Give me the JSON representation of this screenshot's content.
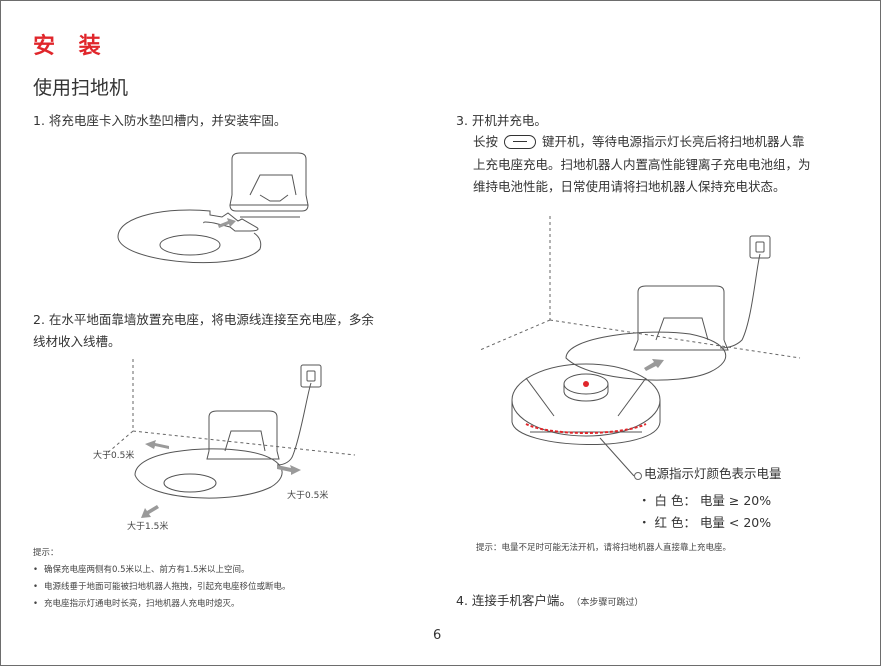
{
  "header": {
    "title": "安 装",
    "subtitle": "使用扫地机"
  },
  "step1": {
    "text": "1. 将充电座卡入防水垫凹槽内，并安装牢固。"
  },
  "step2": {
    "text_line1": "2. 在水平地面靠墙放置充电座，将电源线连接至充电座，多余",
    "text_line2": "线材收入线槽。",
    "labels": {
      "left": "大于0.5米",
      "right": "大于0.5米",
      "front": "大于1.5米"
    }
  },
  "tips": {
    "title": "提示：",
    "items": [
      "确保充电座两侧有0.5米以上、前方有1.5米以上空间。",
      "电源线垂于地面可能被扫地机器人拖拽，引起充电座移位或断电。",
      "充电座指示灯通电时长亮，扫地机器人充电时熄灭。"
    ]
  },
  "step3": {
    "heading": "3. 开机并充电。",
    "line1_prefix": "长按",
    "line1_suffix": "键开机，等待电源指示灯长亮后将扫地机器人靠",
    "line2": "上充电座充电。扫地机器人内置高性能锂离子充电电池组，为",
    "line3": "维持电池性能，日常使用请将扫地机器人保持充电状态。"
  },
  "indicator": {
    "caption": "电源指示灯颜色表示电量",
    "white": "・ 白 色：  电量 ≥ 20%",
    "red": "・ 红 色：  电量 < 20%"
  },
  "tip3": {
    "text": "提示：电量不足时可能无法开机，请将扫地机器人直接靠上充电座。"
  },
  "step4": {
    "text": "4. 连接手机客户端。",
    "note": "（本步骤可跳过）"
  },
  "footer": {
    "page_number": "6"
  },
  "colors": {
    "accent": "#e0262b",
    "text": "#333333",
    "line": "#555555"
  }
}
